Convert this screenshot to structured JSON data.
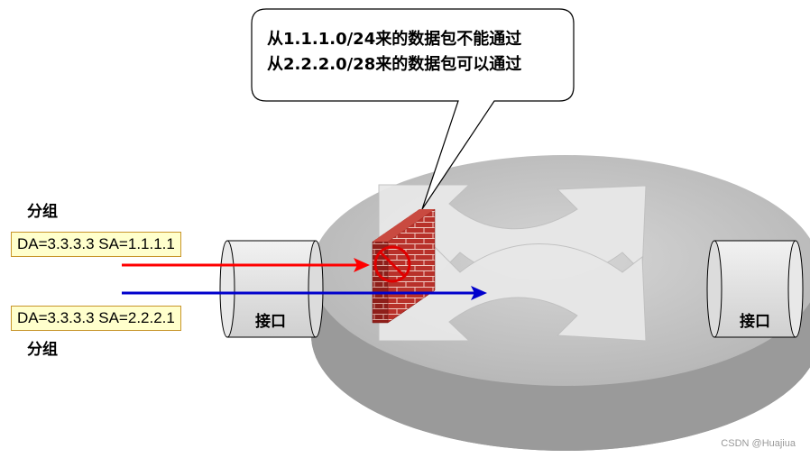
{
  "callout": {
    "line1": "从1.1.1.0/24来的数据包不能通过",
    "line2": "从2.2.2.0/28来的数据包可以通过"
  },
  "packets": [
    {
      "group_label": "分组",
      "header": "DA=3.3.3.3  SA=1.1.1.1",
      "arrow_color": "#ff0000",
      "status": "blocked"
    },
    {
      "group_label": "分组",
      "header": "DA=3.3.3.3  SA=2.2.2.1",
      "arrow_color": "#0000cc",
      "status": "allowed"
    }
  ],
  "interfaces": {
    "left_label": "接口",
    "right_label": "接口"
  },
  "watermark": "CSDN @Huajiua"
}
